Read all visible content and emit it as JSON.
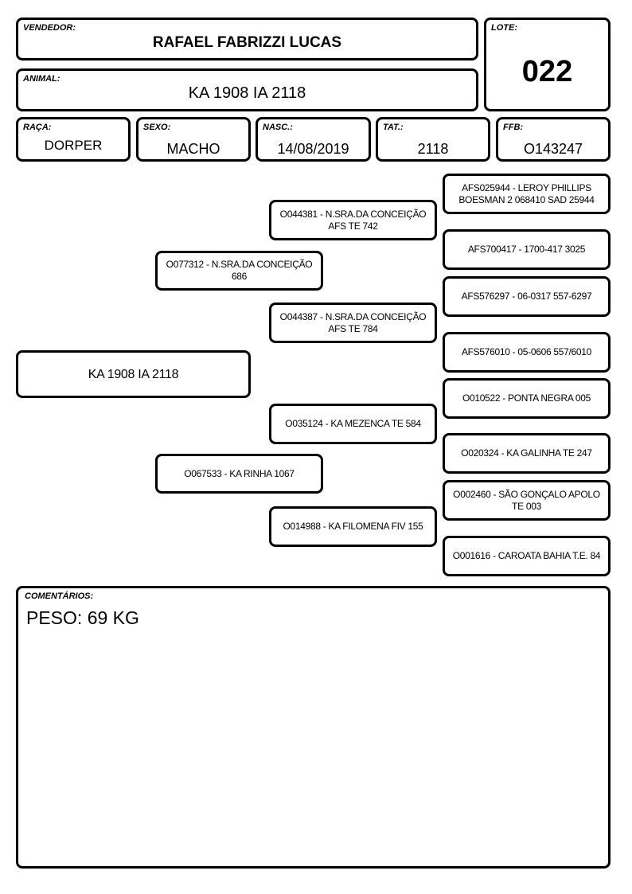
{
  "header": {
    "vendedor": {
      "label": "VENDEDOR:",
      "value": "RAFAEL FABRIZZI LUCAS"
    },
    "lote": {
      "label": "LOTE:",
      "value": "022"
    },
    "animal": {
      "label": "ANIMAL:",
      "value": "KA 1908 IA 2118"
    }
  },
  "fields": {
    "raca": {
      "label": "RAÇA:",
      "value": "DORPER"
    },
    "sexo": {
      "label": "SEXO:",
      "value": "MACHO"
    },
    "nasc": {
      "label": "NASC.:",
      "value": "14/08/2019"
    },
    "tat": {
      "label": "TAT.:",
      "value": "2118"
    },
    "ffb": {
      "label": "FFB:",
      "value": "O143247"
    }
  },
  "pedigree": {
    "animal": "KA 1908 IA 2118",
    "sire": "O077312 - N.SRA.DA CONCEIÇÃO 686",
    "dam": "O067533 - KA RINHA 1067",
    "sire_sire": "O044381 - N.SRA.DA CONCEIÇÃO AFS TE 742",
    "sire_dam": "O044387 - N.SRA.DA CONCEIÇÃO AFS TE 784",
    "dam_sire": "O035124 - KA MEZENCA TE 584",
    "dam_dam": "O014988 - KA FILOMENA FIV 155",
    "g3": [
      "AFS025944 - LEROY PHILLIPS BOESMAN 2 068410 SAD 25944",
      "AFS700417 - 1700-417 3025",
      "AFS576297 - 06-0317 557-6297",
      "AFS576010 - 05-0606 557/6010",
      "O010522 - PONTA NEGRA 005",
      "O020324 - KA GALINHA TE 247",
      "O002460 - SÃO GONÇALO APOLO TE 003",
      "O001616 - CAROATA BAHIA T.E. 84"
    ]
  },
  "comments": {
    "label": "COMENTÁRIOS:",
    "value": "PESO: 69 KG"
  }
}
